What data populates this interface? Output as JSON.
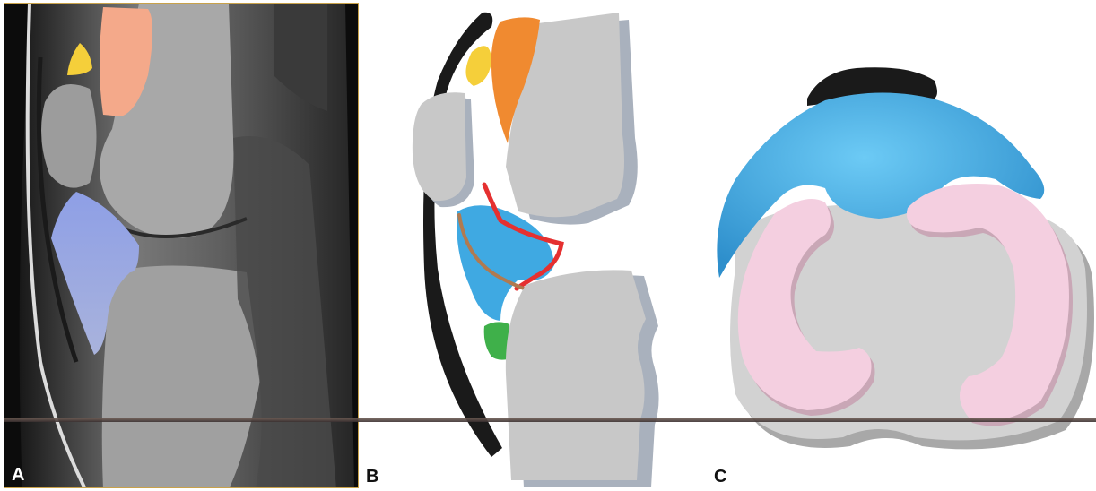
{
  "figure": {
    "panels": [
      {
        "id": "A",
        "label": "A"
      },
      {
        "id": "B",
        "label": "B"
      },
      {
        "id": "C",
        "label": "C"
      }
    ]
  },
  "colors": {
    "fat_pad_yellow": "#f5cf3a",
    "quadriceps_fat_pad": "#f4a98a",
    "infrapatellar_fat_pad": "#8fa0e0",
    "bone": "#c8c8c8",
    "meniscus_pink": "#f4cfe0",
    "cartilage_blue": "#3fa9e2",
    "orange_pad": "#f08a30",
    "red_line": "#e53030",
    "brown_line": "#b07a50",
    "green_pad": "#3fb04a",
    "tendon_black": "#1a1a1a"
  }
}
